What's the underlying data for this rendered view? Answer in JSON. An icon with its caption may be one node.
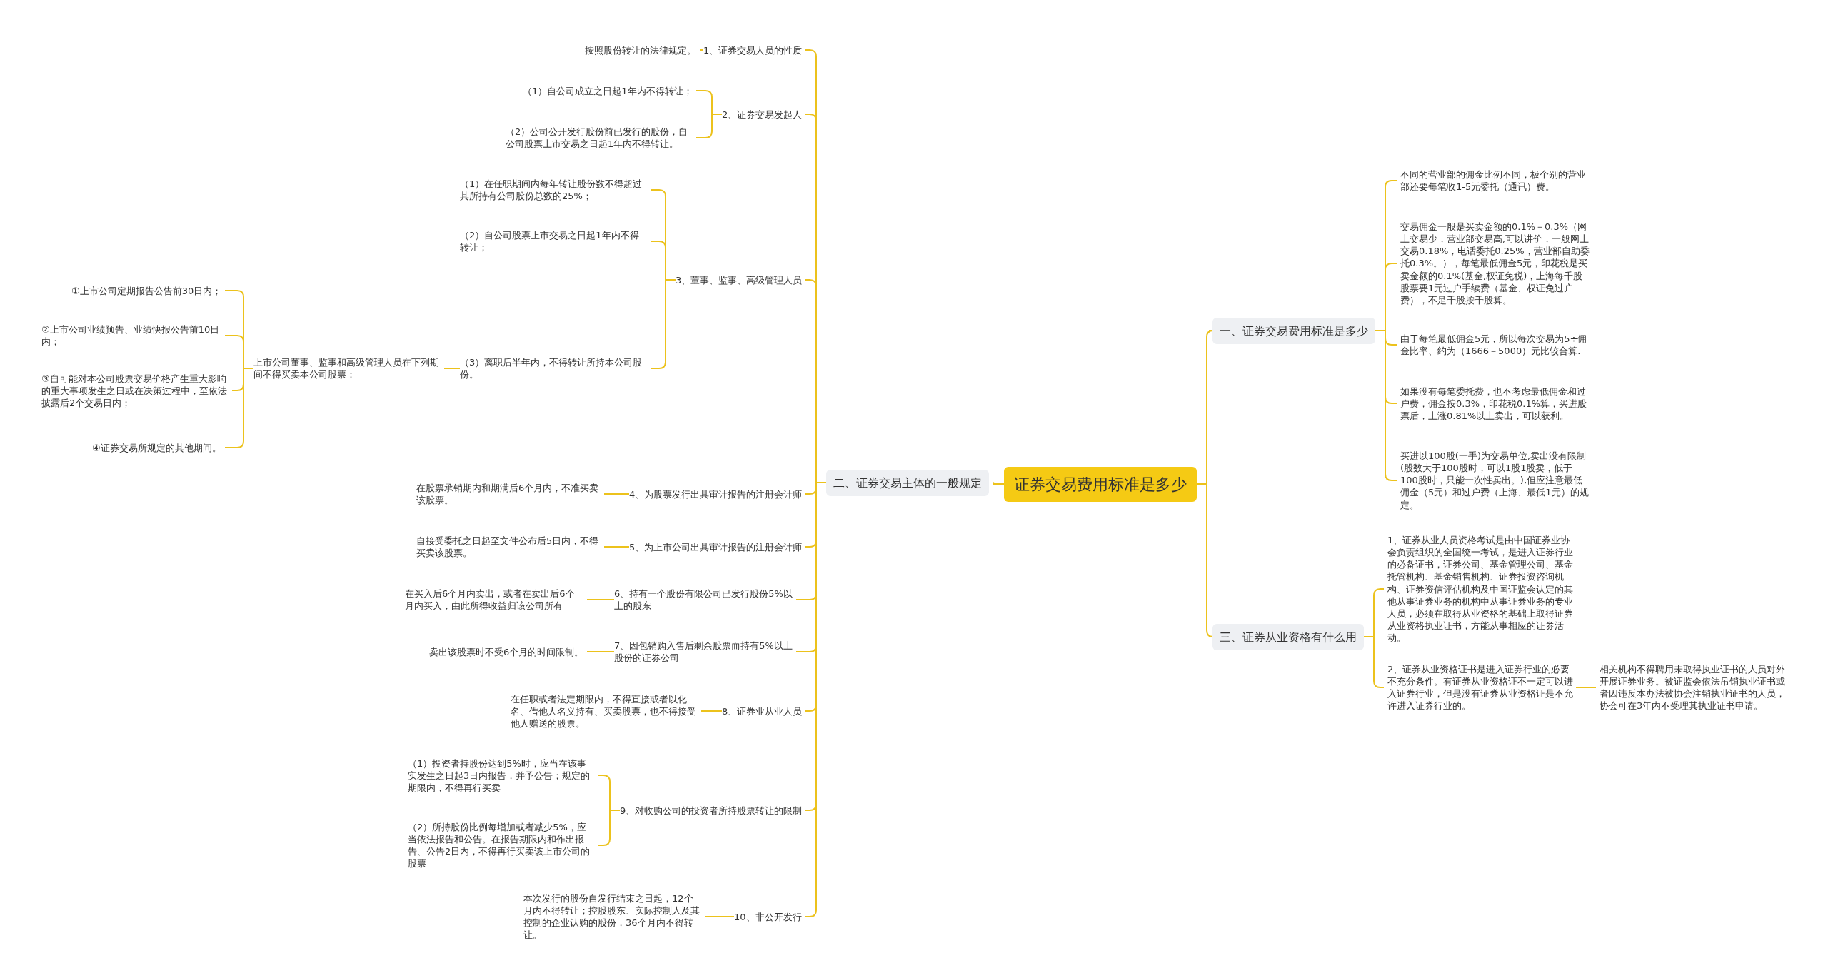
{
  "diagram": {
    "nodes": [
      {
        "text": [
          "证券交易费用标准是多少"
        ]
      },
      {
        "text": [
          "二、证券交易主体的一般规定"
        ]
      },
      {
        "text": [
          "1、证券交易人员的性质"
        ]
      },
      {
        "text": [
          "按照股份转让的法律规定。"
        ]
      },
      {
        "text": [
          "2、证券交易发起人"
        ]
      },
      {
        "text": [
          "（1）自公司成立之日起1年内不得转让；"
        ]
      },
      {
        "text": [
          "（2）公司公开发行股份前已发行的股份，自公司股票上市交易之日起1年内不得转让。"
        ]
      },
      {
        "text": [
          "3、董事、监事、高级管理人员"
        ]
      },
      {
        "text": [
          "（1）在任职期间内每年转让股份数不得超过其所持有公司股份总数的25%；"
        ]
      },
      {
        "text": [
          "（2）自公司股票上市交易之日起1年内不得转让；"
        ]
      },
      {
        "text": [
          "（3）离职后半年内，不得转让所持本公司股份。"
        ]
      },
      {
        "text": [
          "上市公司董事、监事和高级管理人员在下列期间不得买卖本公司股票："
        ]
      },
      {
        "text": [
          "①上市公司定期报告公告前30日内；"
        ]
      },
      {
        "text": [
          "②上市公司业绩预告、业绩快报公告前10日内；"
        ]
      },
      {
        "text": [
          "③自可能对本公司股票交易价格产生重大影响的重大事项发生之日或在决策过程中，至依法披露后2个交易日内；"
        ]
      },
      {
        "text": [
          "④证券交易所规定的其他期间。"
        ]
      },
      {
        "text": [
          "4、为股票发行出具审计报告的注册会计师"
        ]
      },
      {
        "text": [
          "在股票承销期内和期满后6个月内，不准买卖该股票。"
        ]
      },
      {
        "text": [
          "5、为上市公司出具审计报告的注册会计师"
        ]
      },
      {
        "text": [
          "自接受委托之日起至文件公布后5日内，不得买卖该股票。"
        ]
      },
      {
        "text": [
          "6、持有一个股份有限公司已发行股份5%以上的股东"
        ]
      },
      {
        "text": [
          "在买入后6个月内卖出，或者在卖出后6个月内买入，由此所得收益归该公司所有"
        ]
      },
      {
        "text": [
          "7、因包销购入售后剩余股票而持有5%以上股份的证券公司"
        ]
      },
      {
        "text": [
          "卖出该股票时不受6个月的时间限制。"
        ]
      },
      {
        "text": [
          "8、证券业从业人员"
        ]
      },
      {
        "text": [
          "在任职或者法定期限内，不得直接或者以化名、借他人名义持有、买卖股票，也不得接受他人赠送的股票。"
        ]
      },
      {
        "text": [
          "9、对收购公司的投资者所持股票转让的限制"
        ]
      },
      {
        "text": [
          "（1）投资者持股份达到5%时，应当在该事实发生之日起3日内报告，并予公告；规定的期限内，不得再行买卖"
        ]
      },
      {
        "text": [
          "（2）所持股份比例每增加或者减少5%，应当依法报告和公告。在报告期限内和作出报告、公告2日内，不得再行买卖该上市公司的股票"
        ]
      },
      {
        "text": [
          "10、非公开发行"
        ]
      },
      {
        "text": [
          "本次发行的股份自发行结束之日起，12个月内不得转让；控股股东、实际控制人及其控制的企业认购的股份，36个月内不得转让。"
        ]
      },
      {
        "text": [
          "一、证券交易费用标准是多少"
        ]
      },
      {
        "text": [
          "不同的营业部的佣金比例不同，极个别的营业部还要每笔收1-5元委托（通讯）费。"
        ]
      },
      {
        "text": [
          "交易佣金一般是买卖金额的0.1%－0.3%（网上交易少，营业部交易高,可以讲价，一般网上交易0.18%，电话委托0.25%，营业部自助委托0.3%。），每笔最低佣金5元，印花税是买卖金额的0.1%(基金,权证免税)，上海每千股股票要1元过户手续费（基金、权证免过户费），不足千股按千股算。"
        ]
      },
      {
        "text": [
          "由于每笔最低佣金5元，所以每次交易为5÷佣金比率、约为（1666－5000）元比较合算."
        ]
      },
      {
        "text": [
          "如果没有每笔委托费，也不考虑最低佣金和过户费，佣金按0.3%，印花税0.1%算，买进股票后，上涨0.81%以上卖出，可以获利。"
        ]
      },
      {
        "text": [
          "买进以100股(一手)为交易单位,卖出没有限制(股数大于100股时，可以1股1股卖，低于100股时，只能一次性卖出。),但应注意最低佣金（5元）和过户费（上海、最低1元）的规定。"
        ]
      },
      {
        "text": [
          "三、证券从业资格有什么用"
        ]
      },
      {
        "text": [
          "1、证券从业人员资格考试是由中国证券业协会负责组织的全国统一考试，是进入证券行业的必备证书，证券公司、基金管理公司、基金托管机构、基金销售机构、证券投资咨询机构、证券资信评估机构及中国证监会认定的其他从事证券业务的机构中从事证券业务的专业人员，必须在取得从业资格的基础上取得证券从业资格执业证书，方能从事相应的证券活动。"
        ]
      },
      {
        "text": [
          "2、证券从业资格证书是进入证券行业的必要不充分条件。有证券从业资格证不一定可以进入证券行业，但是没有证券从业资格证是不允许进入证券行业的。"
        ]
      },
      {
        "text": [
          "相关机构不得聘用未取得执业证书的人员对外开展证券业务。被证监会依法吊销执业证书或者因违反本办法被协会注销执业证书的人员，协会可在3年内不受理其执业证书申请。"
        ]
      }
    ],
    "edges": [
      {
        "from": 0,
        "to": 1,
        "arrow": "none"
      },
      {
        "from": 1,
        "to": 2,
        "arrow": "none"
      },
      {
        "from": 2,
        "to": 3,
        "arrow": "none"
      },
      {
        "from": 1,
        "to": 4,
        "arrow": "none"
      },
      {
        "from": 4,
        "to": 5,
        "arrow": "none"
      },
      {
        "from": 4,
        "to": 6,
        "arrow": "none"
      },
      {
        "from": 1,
        "to": 7,
        "arrow": "none"
      },
      {
        "from": 7,
        "to": 8,
        "arrow": "none"
      },
      {
        "from": 7,
        "to": 9,
        "arrow": "none"
      },
      {
        "from": 7,
        "to": 10,
        "arrow": "none"
      },
      {
        "from": 10,
        "to": 11,
        "arrow": "none"
      },
      {
        "from": 11,
        "to": 12,
        "arrow": "none"
      },
      {
        "from": 11,
        "to": 13,
        "arrow": "none"
      },
      {
        "from": 11,
        "to": 14,
        "arrow": "none"
      },
      {
        "from": 11,
        "to": 15,
        "arrow": "none"
      },
      {
        "from": 1,
        "to": 16,
        "arrow": "none"
      },
      {
        "from": 16,
        "to": 17,
        "arrow": "none"
      },
      {
        "from": 1,
        "to": 18,
        "arrow": "none"
      },
      {
        "from": 18,
        "to": 19,
        "arrow": "none"
      },
      {
        "from": 1,
        "to": 20,
        "arrow": "none"
      },
      {
        "from": 20,
        "to": 21,
        "arrow": "none"
      },
      {
        "from": 1,
        "to": 22,
        "arrow": "none"
      },
      {
        "from": 22,
        "to": 23,
        "arrow": "none"
      },
      {
        "from": 1,
        "to": 24,
        "arrow": "none"
      },
      {
        "from": 24,
        "to": 25,
        "arrow": "none"
      },
      {
        "from": 1,
        "to": 26,
        "arrow": "none"
      },
      {
        "from": 26,
        "to": 27,
        "arrow": "none"
      },
      {
        "from": 26,
        "to": 28,
        "arrow": "none"
      },
      {
        "from": 1,
        "to": 29,
        "arrow": "none"
      },
      {
        "from": 29,
        "to": 30,
        "arrow": "none"
      },
      {
        "from": 0,
        "to": 31,
        "arrow": "none"
      },
      {
        "from": 31,
        "to": 32,
        "arrow": "none"
      },
      {
        "from": 31,
        "to": 33,
        "arrow": "none"
      },
      {
        "from": 31,
        "to": 34,
        "arrow": "none"
      },
      {
        "from": 31,
        "to": 35,
        "arrow": "none"
      },
      {
        "from": 31,
        "to": 36,
        "arrow": "none"
      },
      {
        "from": 0,
        "to": 37,
        "arrow": "none"
      },
      {
        "from": 37,
        "to": 38,
        "arrow": "none"
      },
      {
        "from": 37,
        "to": 39,
        "arrow": "none"
      },
      {
        "from": 39,
        "to": 40,
        "arrow": "none"
      }
    ]
  }
}
